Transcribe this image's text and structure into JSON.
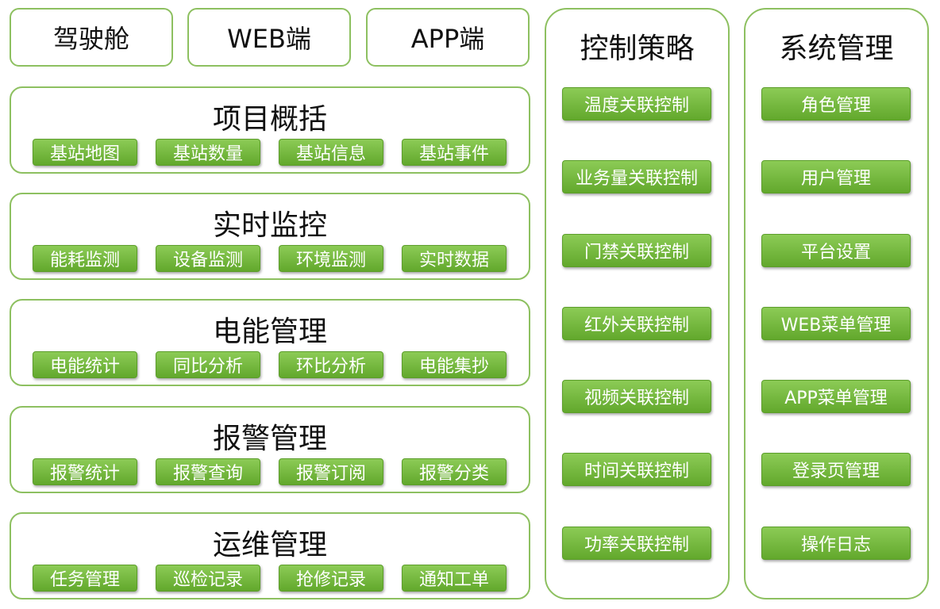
{
  "top_tabs": [
    "驾驶舱",
    "WEB端",
    "APP端"
  ],
  "groups": [
    {
      "title": "项目概括",
      "items": [
        "基站地图",
        "基站数量",
        "基站信息",
        "基站事件"
      ]
    },
    {
      "title": "实时监控",
      "items": [
        "能耗监测",
        "设备监测",
        "环境监测",
        "实时数据"
      ]
    },
    {
      "title": "电能管理",
      "items": [
        "电能统计",
        "同比分析",
        "环比分析",
        "电能集抄"
      ]
    },
    {
      "title": "报警管理",
      "items": [
        "报警统计",
        "报警查询",
        "报警订阅",
        "报警分类"
      ]
    },
    {
      "title": "运维管理",
      "items": [
        "任务管理",
        "巡检记录",
        "抢修记录",
        "通知工单"
      ]
    }
  ],
  "columns": [
    {
      "title": "控制策略",
      "items": [
        "温度关联控制",
        "业务量关联控制",
        "门禁关联控制",
        "红外关联控制",
        "视频关联控制",
        "时间关联控制",
        "功率关联控制"
      ]
    },
    {
      "title": "系统管理",
      "items": [
        "角色管理",
        "用户管理",
        "平台设置",
        "WEB菜单管理",
        "APP菜单管理",
        "登录页管理",
        "操作日志"
      ]
    }
  ],
  "colors": {
    "border": "#8dc060",
    "chip_top": "#8ccb56",
    "chip_bottom": "#62a82c",
    "chip_text": "#ffffff"
  }
}
